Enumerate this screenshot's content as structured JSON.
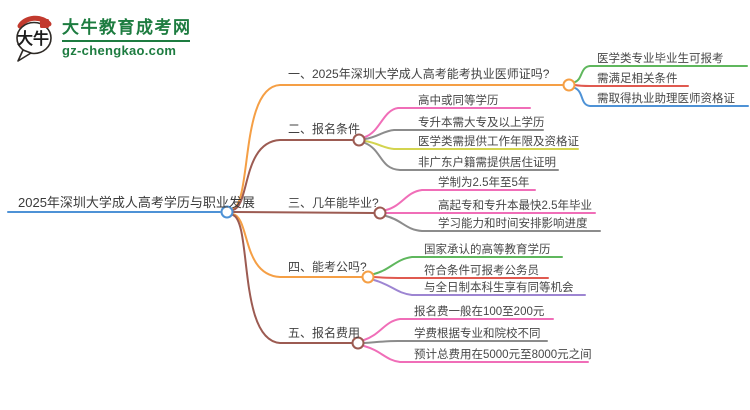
{
  "logo": {
    "title": "大牛教育成考网",
    "url": "gz-chengkao.com",
    "icon_text": "大牛",
    "brand_color": "#1d7c40"
  },
  "mindmap": {
    "root": {
      "label": "2025年深圳大学成人高考学历与职业发展",
      "color": "#4E92D6"
    },
    "branches": [
      {
        "label": "一、2025年深圳大学成人高考能考执业医师证吗?",
        "color": "#F59F45",
        "children": [
          {
            "label": "医学类专业毕业生可报考",
            "color": "#5FB75D"
          },
          {
            "label": "需满足相关条件",
            "color": "#E05A50"
          },
          {
            "label": "需取得执业助理医师资格证",
            "color": "#4E92D6"
          }
        ]
      },
      {
        "label": "二、报名条件",
        "color": "#9C5B52",
        "children": [
          {
            "label": "高中或同等学历",
            "color": "#F06EB8"
          },
          {
            "label": "专升本需大专及以上学历",
            "color": "#8C8C8C"
          },
          {
            "label": "医学类需提供工作年限及资格证",
            "color": "#D3D44F"
          },
          {
            "label": "非广东户籍需提供居住证明",
            "color": "#8C8C8C"
          }
        ]
      },
      {
        "label": "三、几年能毕业?",
        "color": "#9C5B52",
        "children": [
          {
            "label": "学制为2.5年至5年",
            "color": "#F06EB8"
          },
          {
            "label": "高起专和专升本最快2.5年毕业",
            "color": "#F06EB8"
          },
          {
            "label": "学习能力和时间安排影响进度",
            "color": "#8C8C8C"
          }
        ]
      },
      {
        "label": "四、能考公吗?",
        "color": "#F59F45",
        "children": [
          {
            "label": "国家承认的高等教育学历",
            "color": "#5FB75D"
          },
          {
            "label": "符合条件可报考公务员",
            "color": "#E05A50"
          },
          {
            "label": "与全日制本科生享有同等机会",
            "color": "#9D85D2"
          }
        ]
      },
      {
        "label": "五、报名费用",
        "color": "#9C5B52",
        "children": [
          {
            "label": "报名费一般在100至200元",
            "color": "#F06EB8"
          },
          {
            "label": "学费根据专业和院校不同",
            "color": "#8C8C8C"
          },
          {
            "label": "预计总费用在5000元至8000元之间",
            "color": "#F06EB8"
          }
        ]
      }
    ]
  }
}
